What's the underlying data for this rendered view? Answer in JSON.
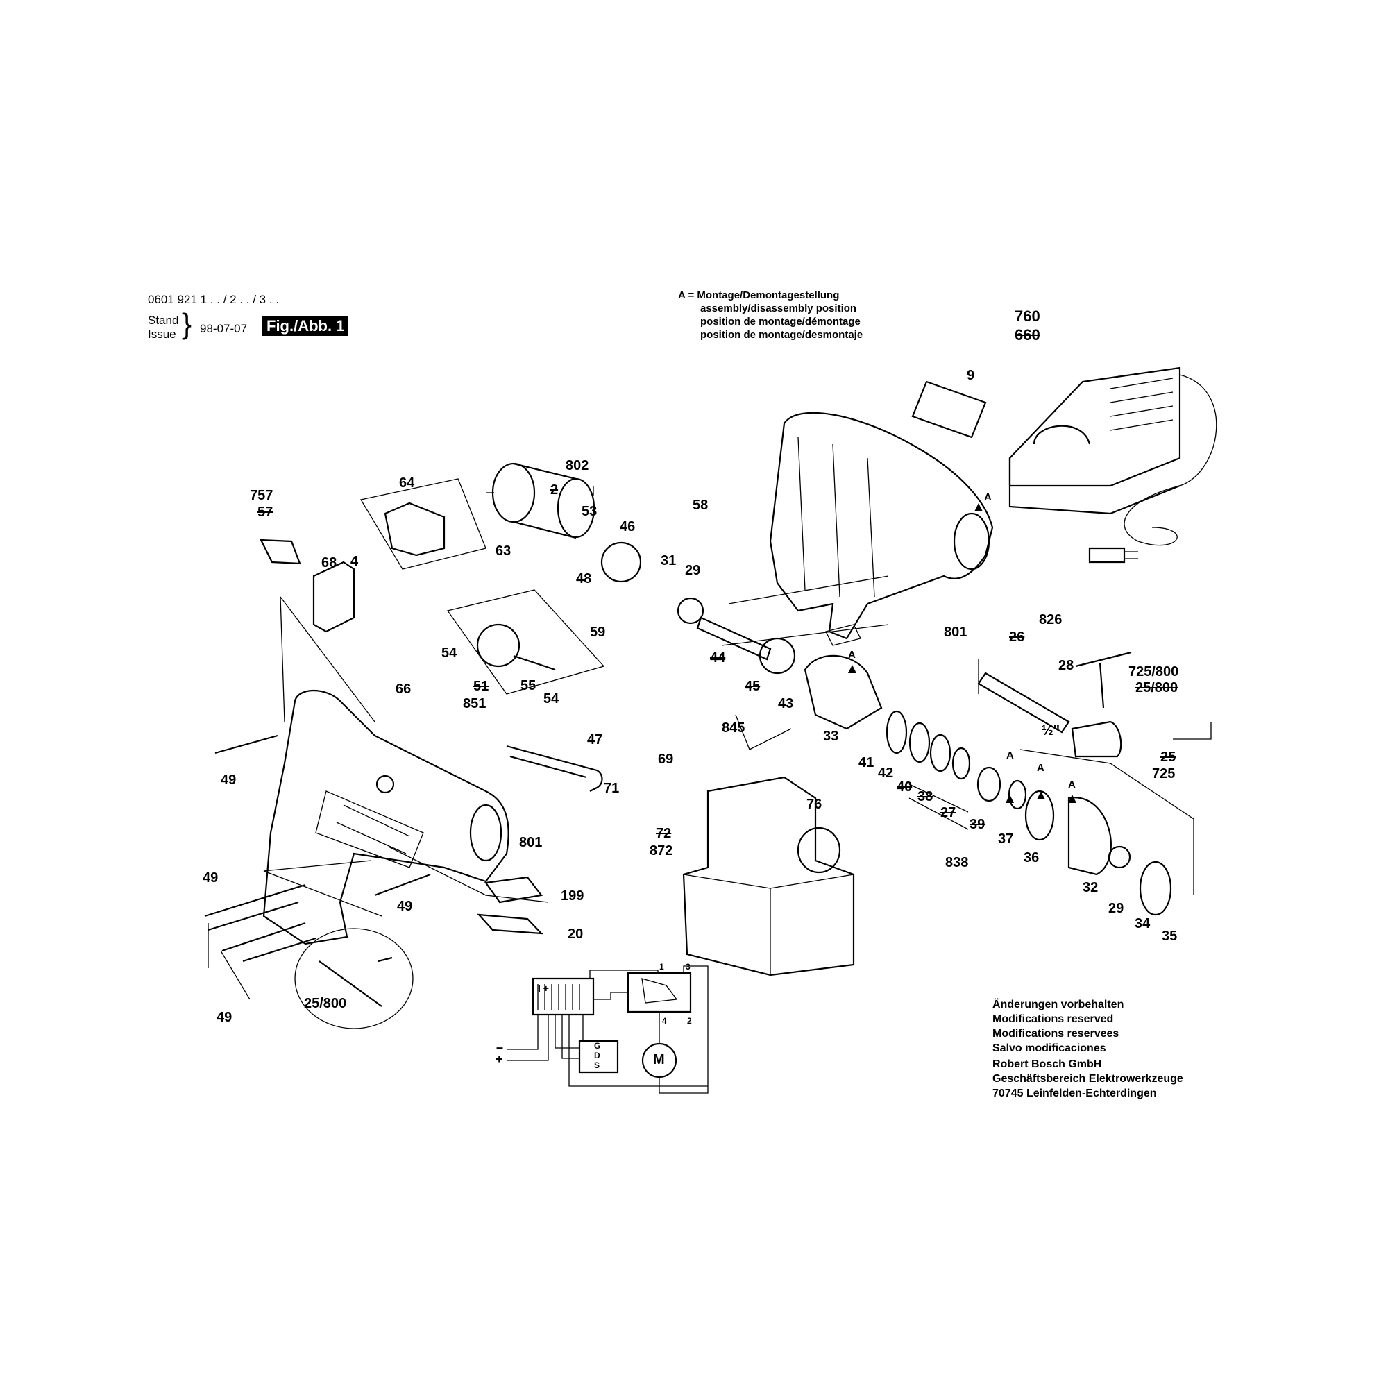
{
  "header": {
    "model_line": "0601 921 1 . . / 2 . . / 3 . .",
    "stand": "Stand",
    "issue": "Issue",
    "date": "98-07-07",
    "fig_label": "Fig./Abb. 1"
  },
  "legend": {
    "lines": [
      "A = Montage/Demontagestellung",
      "assembly/disassembly position",
      "position de montage/démontage",
      "position de montage/desmontaje"
    ]
  },
  "footer_note": {
    "lines": [
      "Änderungen vorbehalten",
      "Modifications reserved",
      "Modifications reservees",
      "Salvo modificaciones",
      "Robert Bosch GmbH",
      "Geschäftsbereich Elektrowerkzeuge",
      "70745 Leinfelden-Echterdingen"
    ]
  },
  "parts": {
    "p760": "760",
    "p660": "660",
    "p9": "9",
    "p802": "802",
    "p2": "2",
    "p53": "53",
    "p757": "757",
    "p57": "57",
    "p64": "64",
    "p63": "63",
    "p4": "4",
    "p68": "68",
    "p46": "46",
    "p48": "48",
    "p58": "58",
    "p31": "31",
    "p29a": "29",
    "pA1": "A",
    "p801a": "801",
    "p826": "826",
    "p26": "26",
    "p28": "28",
    "p725_800": "725/800",
    "p25_800a": "25/800",
    "phalf": "½\"",
    "p25": "25",
    "p725": "725",
    "p54a": "54",
    "p59": "59",
    "p44": "44",
    "p45": "45",
    "p845": "845",
    "p43": "43",
    "pA2": "A",
    "p33": "33",
    "p51": "51",
    "p851": "851",
    "p55": "55",
    "p54b": "54",
    "p66": "66",
    "p47": "47",
    "p69": "69",
    "p41": "41",
    "p42": "42",
    "p40": "40",
    "p38": "38",
    "p27": "27",
    "p39": "39",
    "p838": "838",
    "pA3": "A",
    "pA4": "A",
    "pA5": "A",
    "p37": "37",
    "p36": "36",
    "p32": "32",
    "p29b": "29",
    "p34": "34",
    "p35": "35",
    "p49a": "49",
    "p71": "71",
    "p801b": "801",
    "p72": "72",
    "p872": "872",
    "p76": "76",
    "p199": "199",
    "p49b": "49",
    "p49c": "49",
    "p20": "20",
    "p25_800b": "25/800",
    "p49d": "49"
  },
  "wiring": {
    "terminals_top": "I  +",
    "motor": "M",
    "minus": "–",
    "plus": "+",
    "g": "G",
    "d": "D",
    "s": "S",
    "t1": "1",
    "t2": "2",
    "t3": "3",
    "t4": "4"
  }
}
